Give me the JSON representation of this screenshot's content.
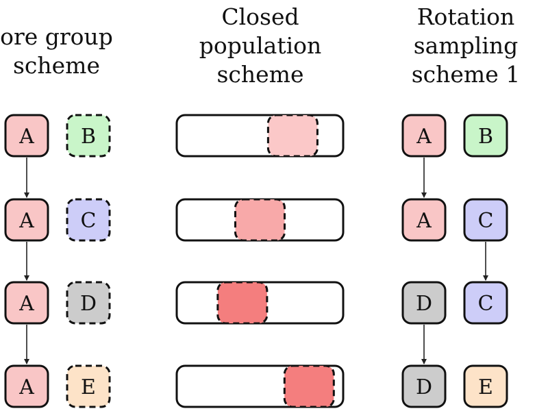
{
  "columns": [
    {
      "title_lines": [
        "ore group",
        "scheme"
      ],
      "rows": [
        [
          {
            "label": "A",
            "color": "#f9c6c6",
            "dashed": false
          },
          {
            "label": "B",
            "color": "#c9f5c9",
            "dashed": true
          }
        ],
        [
          {
            "label": "A",
            "color": "#f9c6c6",
            "dashed": false
          },
          {
            "label": "C",
            "color": "#cdcdf8",
            "dashed": true
          }
        ],
        [
          {
            "label": "A",
            "color": "#f9c6c6",
            "dashed": false
          },
          {
            "label": "D",
            "color": "#cccccc",
            "dashed": true
          }
        ],
        [
          {
            "label": "A",
            "color": "#f9c6c6",
            "dashed": false
          },
          {
            "label": "E",
            "color": "#fde3c8",
            "dashed": true
          }
        ]
      ]
    },
    {
      "title_lines": [
        "Closed",
        "population",
        "scheme"
      ],
      "segments": [
        {
          "position": 0.78,
          "color": "#fbc8c8"
        },
        {
          "position": 0.5,
          "color": "#f8a9a9"
        },
        {
          "position": 0.35,
          "color": "#f47e7e"
        },
        {
          "position": 0.92,
          "color": "#f47e7e"
        }
      ]
    },
    {
      "title_lines": [
        "Rotation",
        "sampling",
        "scheme 1"
      ],
      "rows": [
        [
          {
            "label": "A",
            "color": "#f9c6c6",
            "dashed": false
          },
          {
            "label": "B",
            "color": "#c9f5c9",
            "dashed": false
          }
        ],
        [
          {
            "label": "A",
            "color": "#f9c6c6",
            "dashed": false
          },
          {
            "label": "C",
            "color": "#cdcdf8",
            "dashed": false
          }
        ],
        [
          {
            "label": "D",
            "color": "#cccccc",
            "dashed": false
          },
          {
            "label": "C",
            "color": "#cdcdf8",
            "dashed": false
          }
        ],
        [
          {
            "label": "D",
            "color": "#cccccc",
            "dashed": false
          },
          {
            "label": "E",
            "color": "#fde3c8",
            "dashed": false
          }
        ]
      ]
    }
  ],
  "arrows": [
    {
      "column": 0,
      "slot": 0,
      "from_row": 0,
      "to_row": 1
    },
    {
      "column": 0,
      "slot": 0,
      "from_row": 1,
      "to_row": 2
    },
    {
      "column": 0,
      "slot": 0,
      "from_row": 2,
      "to_row": 3
    },
    {
      "column": 2,
      "slot": 0,
      "from_row": 0,
      "to_row": 1
    },
    {
      "column": 2,
      "slot": 1,
      "from_row": 1,
      "to_row": 2
    },
    {
      "column": 2,
      "slot": 0,
      "from_row": 2,
      "to_row": 3
    }
  ]
}
